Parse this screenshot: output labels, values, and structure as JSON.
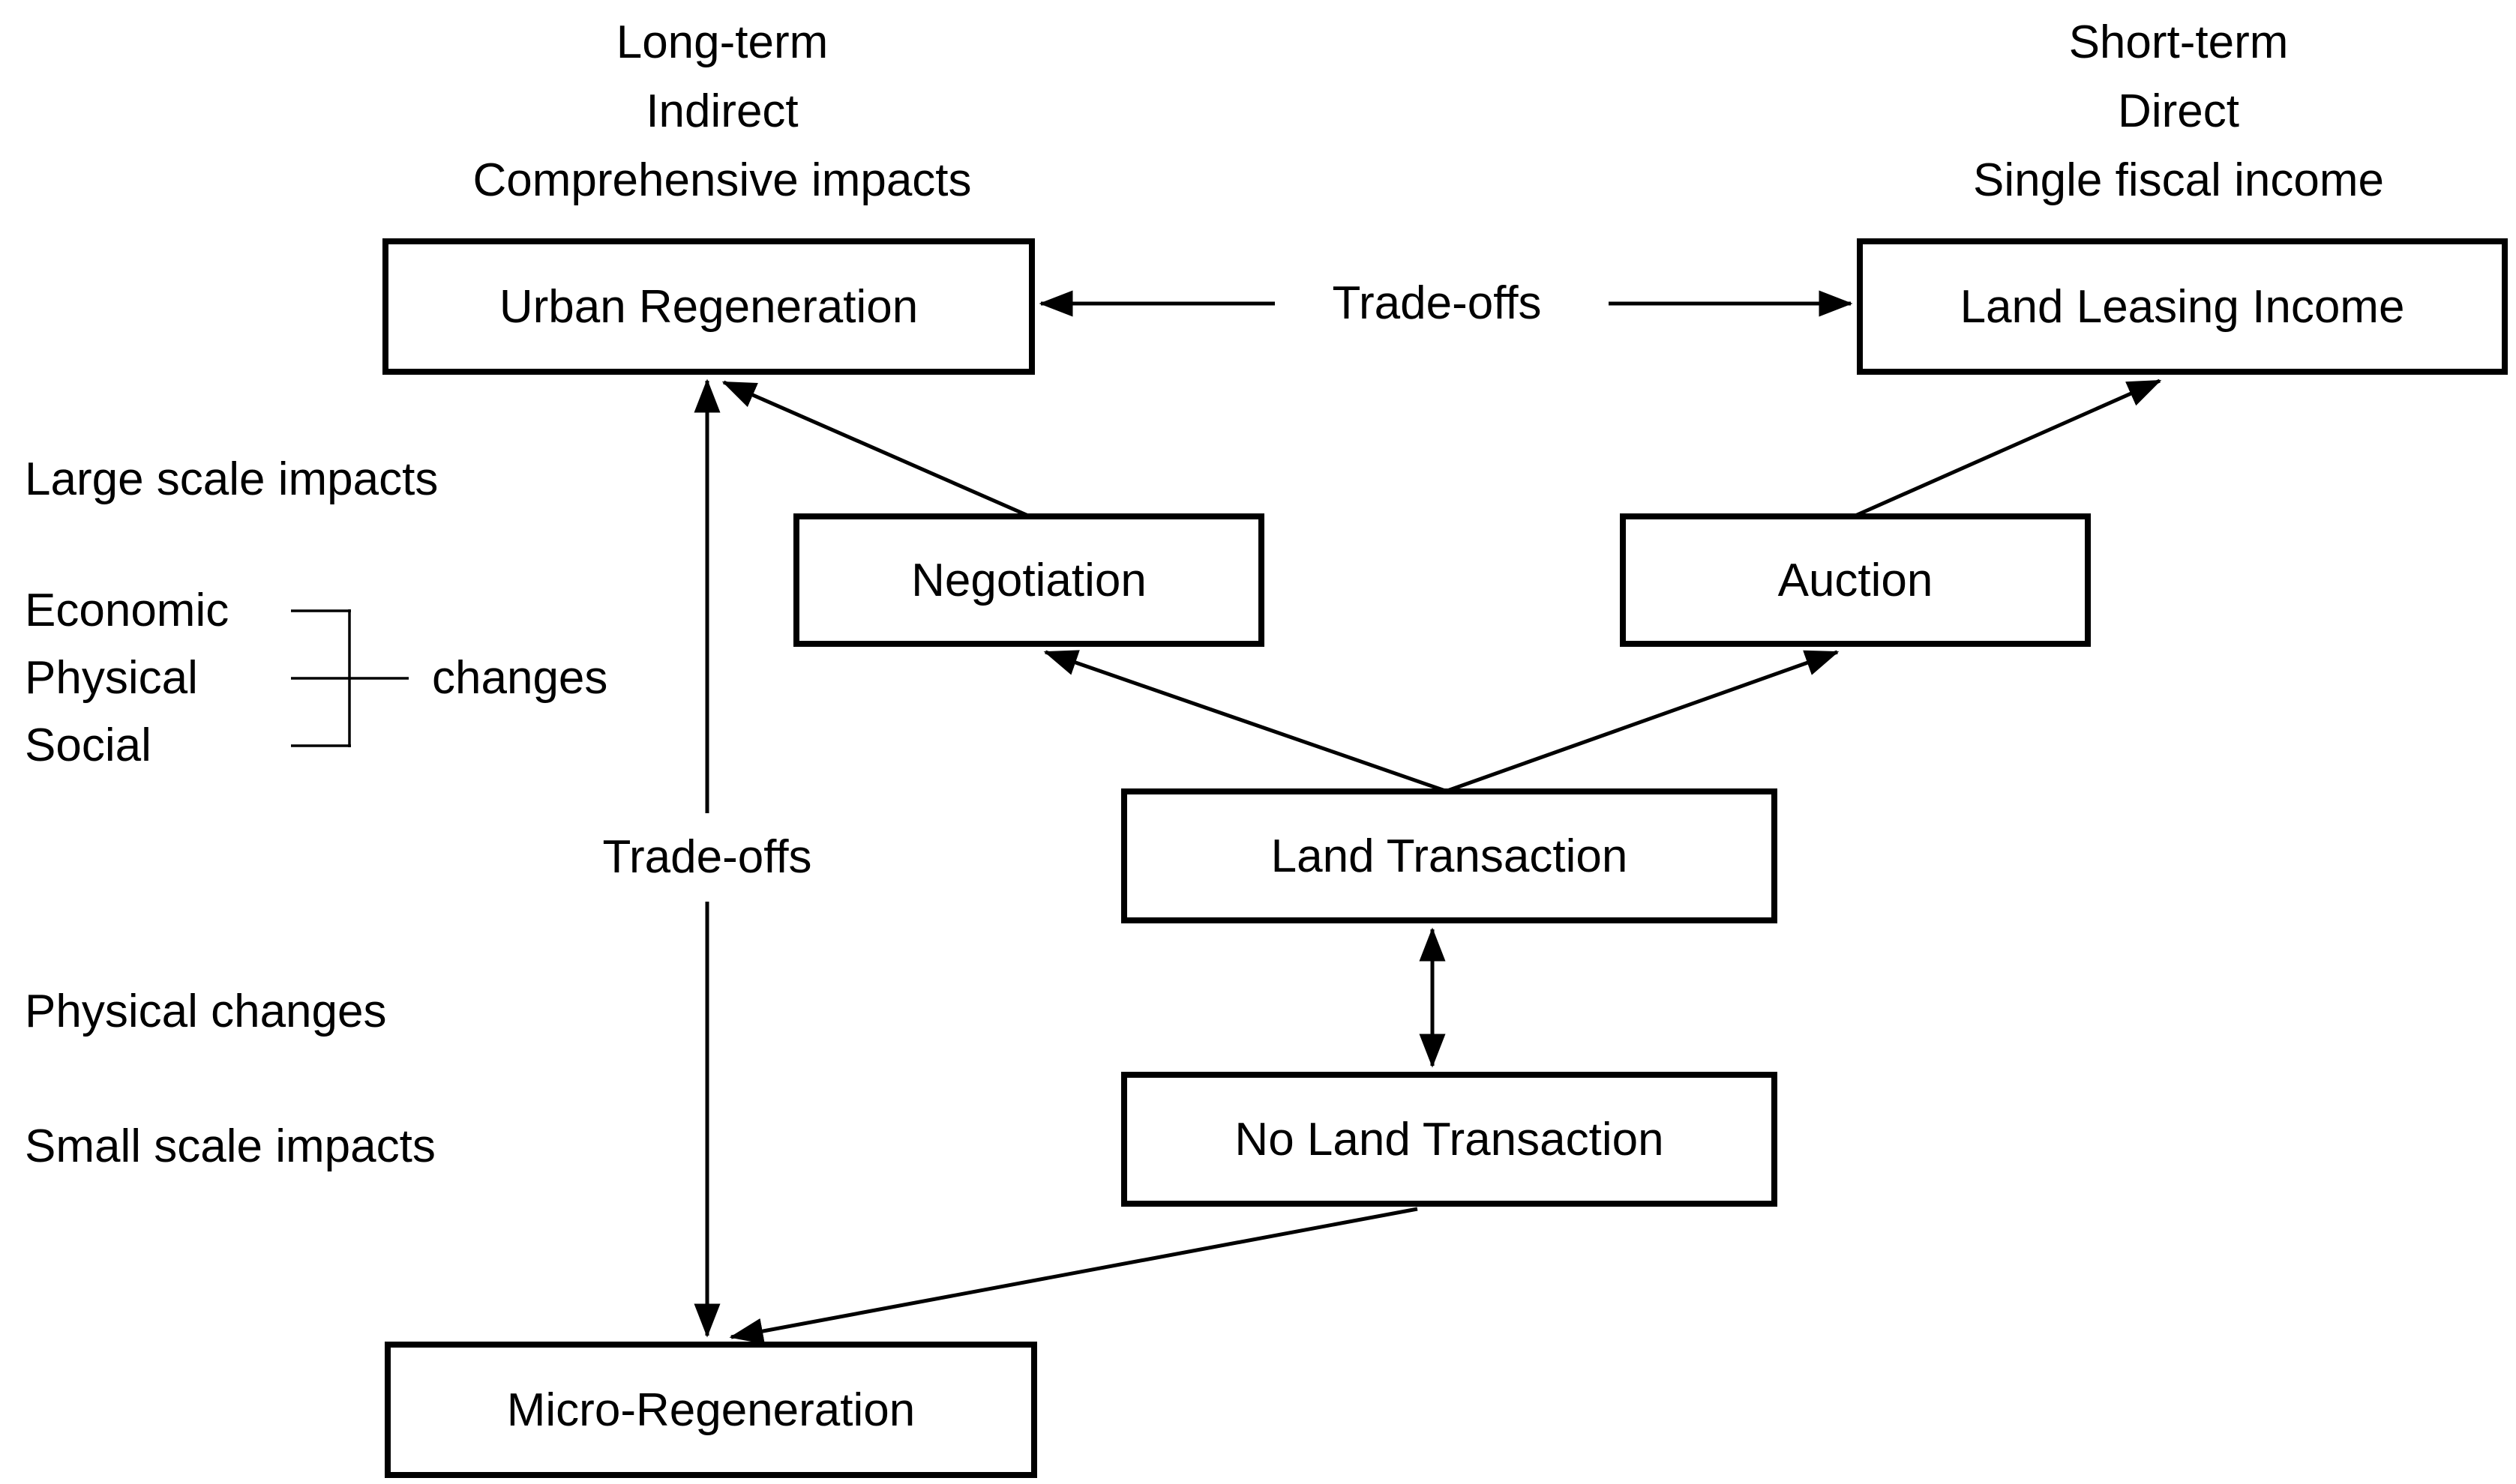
{
  "page": {
    "background": "#ffffff",
    "ink": "#000000"
  },
  "diagram": {
    "header_left": {
      "line1": "Long-term",
      "line2": "Indirect",
      "line3": "Comprehensive impacts"
    },
    "header_right": {
      "line1": "Short-term",
      "line2": "Direct",
      "line3": "Single fiscal income"
    },
    "nodes": {
      "urban_regeneration": {
        "label": "Urban Regeneration"
      },
      "land_leasing_income": {
        "label": "Land Leasing Income"
      },
      "negotiation": {
        "label": "Negotiation"
      },
      "auction": {
        "label": "Auction"
      },
      "land_transaction": {
        "label": "Land Transaction"
      },
      "no_land_transaction": {
        "label": "No Land Transaction"
      },
      "micro_regeneration": {
        "label": "Micro-Regeneration"
      }
    },
    "labels": {
      "trade_offs_top": "Trade-offs",
      "trade_offs_vertical": "Trade-offs",
      "large_scale_impacts": "Large scale impacts",
      "economic": "Economic",
      "physical": "Physical",
      "social": "Social",
      "changes": "changes",
      "physical_changes": "Physical changes",
      "small_scale_impacts": "Small scale impacts"
    }
  }
}
